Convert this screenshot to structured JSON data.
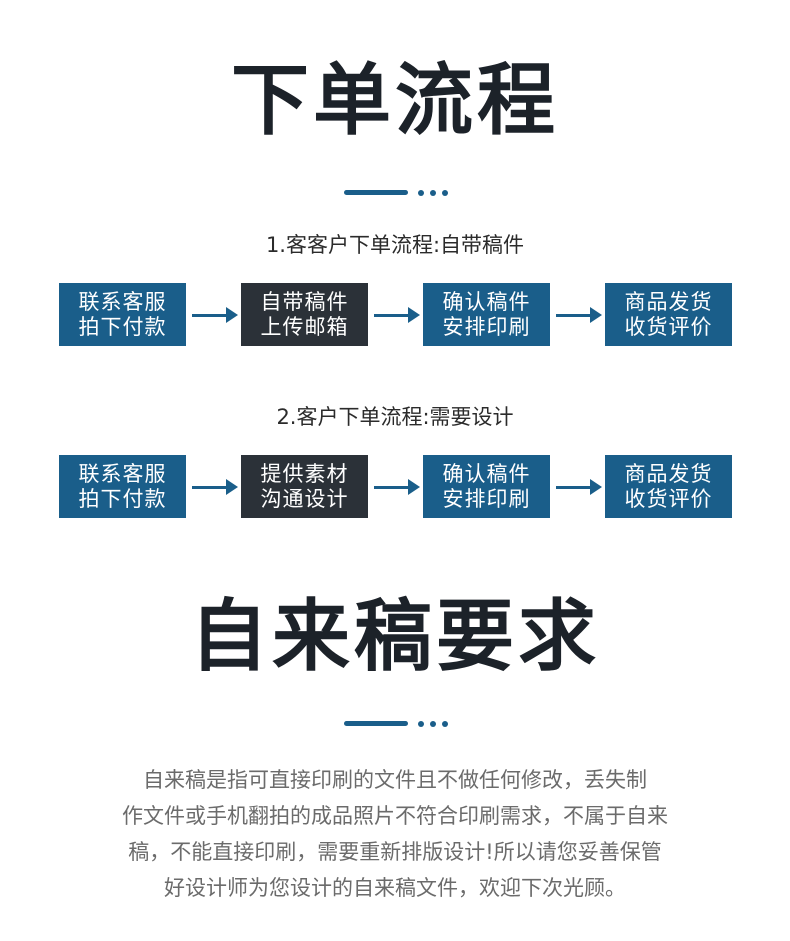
{
  "section1": {
    "heading": "下单流程",
    "flow1": {
      "title": "1.客客户下单流程:自带稿件",
      "steps": [
        {
          "line1": "联系客服",
          "line2": "拍下付款"
        },
        {
          "line1": "自带稿件",
          "line2": "上传邮箱"
        },
        {
          "line1": "确认稿件",
          "line2": "安排印刷"
        },
        {
          "line1": "商品发货",
          "line2": "收货评价"
        }
      ]
    },
    "flow2": {
      "title": "2.客户下单流程:需要设计",
      "steps": [
        {
          "line1": "联系客服",
          "line2": "拍下付款"
        },
        {
          "line1": "提供素材",
          "line2": "沟通设计"
        },
        {
          "line1": "确认稿件",
          "line2": "安排印刷"
        },
        {
          "line1": "商品发货",
          "line2": "收货评价"
        }
      ]
    }
  },
  "section2": {
    "heading": "自来稿要求",
    "paragraph_lines": [
      "自来稿是指可直接印刷的文件且不做任何修改，丢失制",
      "作文件或手机翻拍的成品照片不符合印刷需求，不属于自来",
      "稿，不能直接印刷，需要重新排版设计!所以请您妥善保管",
      "好设计师为您设计的自来稿文件，欢迎下次光顾。"
    ]
  },
  "colors": {
    "accent_blue": "#1a5e8a",
    "dark_box": "#2b3138",
    "heading": "#1c2229"
  }
}
